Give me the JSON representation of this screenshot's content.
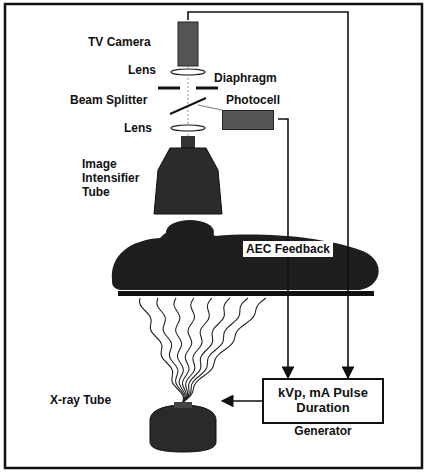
{
  "diagram": {
    "nodes": [
      {
        "text": [
          "TV Camera"
        ]
      },
      {
        "text": [
          "Photocell"
        ]
      },
      {
        "text": [
          "X-ray Tube"
        ]
      },
      {
        "text": [
          "kVp, mA Pulse Duration",
          "Generator"
        ]
      }
    ],
    "edges": [
      {
        "from": 0,
        "to": 3,
        "arrow": "to"
      },
      {
        "from": 1,
        "to": 3,
        "label": "AEC Feedback",
        "arrow": "to"
      },
      {
        "from": 3,
        "to": 2,
        "arrow": "to"
      }
    ],
    "labels": [
      "Lens",
      "Diaphragm",
      "Beam Splitter",
      "Lens",
      "Image Intensifier Tube"
    ]
  }
}
